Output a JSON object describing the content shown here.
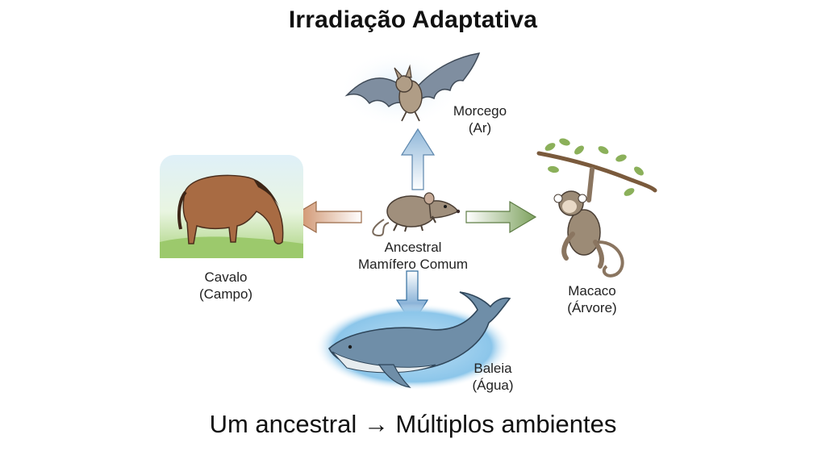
{
  "title": "Irradiação Adaptativa",
  "caption": "Um ancestral → Múltiplos ambientes",
  "nodes": {
    "center": {
      "line1": "Ancestral",
      "line2": "Mamífero Comum"
    },
    "top": {
      "line1": "Morcego",
      "line2": "(Ar)"
    },
    "left": {
      "line1": "Cavalo",
      "line2": "(Campo)"
    },
    "right": {
      "line1": "Macaco",
      "line2": "(Árvore)"
    },
    "bottom": {
      "line1": "Baleia",
      "line2": "(Água)"
    }
  },
  "colors": {
    "arrow_up": "#8fb7d9",
    "arrow_left": "#d79a6d",
    "arrow_right": "#86a86a",
    "arrow_down": "#4f8fc6"
  }
}
